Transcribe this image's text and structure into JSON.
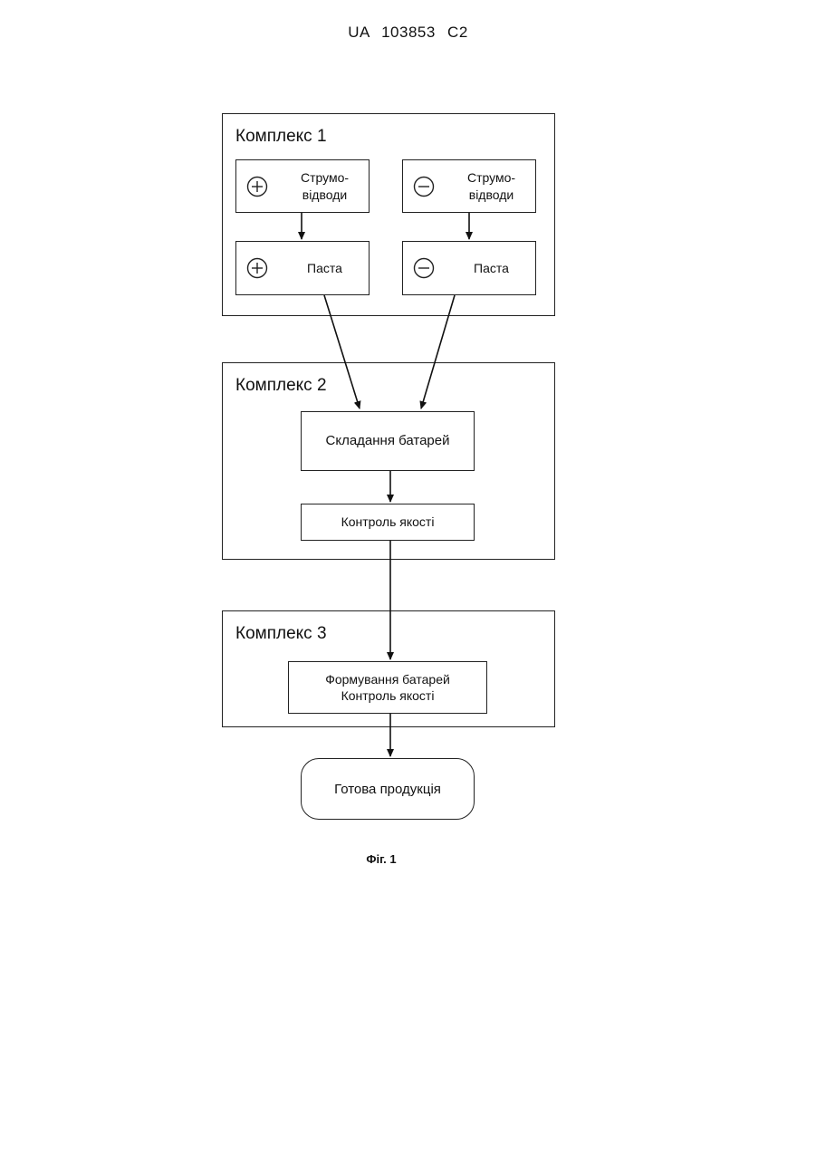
{
  "header": {
    "patent_number": "UA   103853   C2"
  },
  "complex1": {
    "title": "Комплекс 1",
    "pos_collectors": {
      "sign": "plus",
      "label": "Струмо-\nвідводи"
    },
    "neg_collectors": {
      "sign": "minus",
      "label": "Струмо-\nвідводи"
    },
    "pos_paste": {
      "sign": "plus",
      "label": "Паста"
    },
    "neg_paste": {
      "sign": "minus",
      "label": "Паста"
    }
  },
  "complex2": {
    "title": "Комплекс 2",
    "assembly": "Складання батарей",
    "quality_control": "Контроль якості"
  },
  "complex3": {
    "title": "Комплекс 3",
    "formation_line1": "Формування батарей",
    "formation_line2": "Контроль якості"
  },
  "final_product": "Готова продукція",
  "caption": "Фіг. 1"
}
